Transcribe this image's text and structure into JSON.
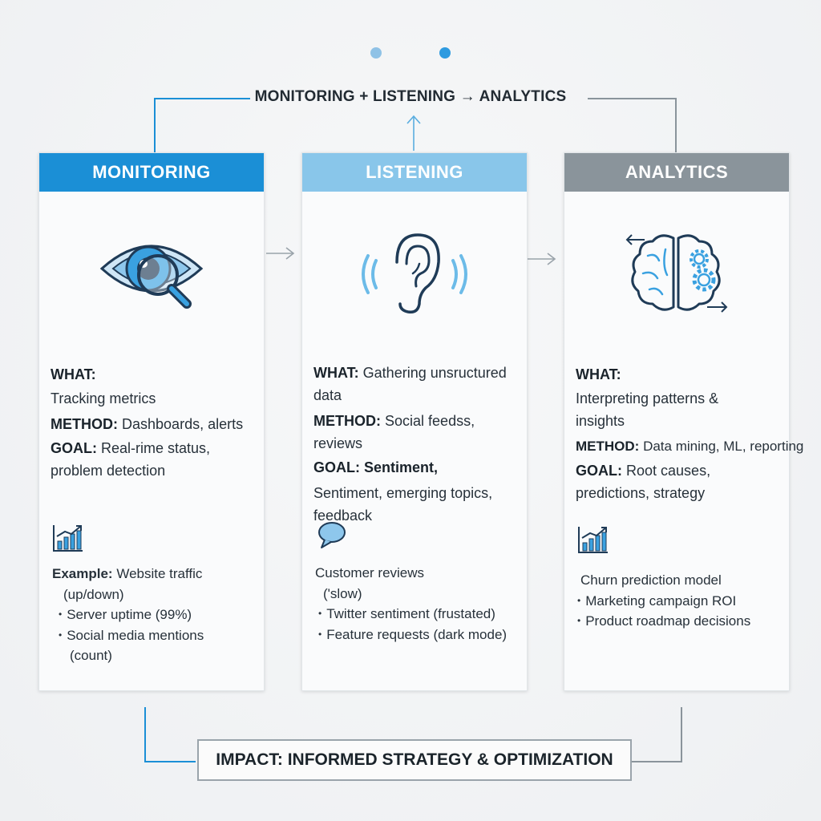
{
  "colors": {
    "monitoring": "#1b8fd6",
    "listening": "#89c6ea",
    "analytics": "#8a949b",
    "icon_stroke": "#1f3b57",
    "icon_blue": "#3aa1e0"
  },
  "flow_title": "MONITORING + LISTENING → ANALYTICS",
  "cards": [
    {
      "title": "MONITORING",
      "icon": "eye-magnifier-icon",
      "what_label": "WHAT:",
      "what": "Tracking metrics",
      "method_label": "METHOD:",
      "method": "Dashboards, alerts",
      "goal_label": "GOAL:",
      "goal": "Real-rime status, problem detection",
      "example_icon": "bar-chart-icon",
      "example_label": "Example:",
      "example_lines": [
        "Website traffic",
        "(up/down)"
      ],
      "bullets": [
        "Server uptime (99%)",
        "Social media mentions",
        "(count)"
      ]
    },
    {
      "title": "LISTENING",
      "icon": "ear-icon",
      "what_label": "WHAT:",
      "what": "Gathering unsructured data",
      "method_label": "METHOD:",
      "method": "Social feedss, reviews",
      "goal_label": "GOAL:",
      "goal": "Sentiment,",
      "goal_extra": "Sentiment, emerging topics, feedback",
      "example_icon": "speech-bubble-icon",
      "example_lines": [
        "Customer reviews",
        "('slow)"
      ],
      "bullets": [
        "Twitter sentiment (frustated)",
        "Feature requests (dark mode)"
      ]
    },
    {
      "title": "ANALYTICS",
      "icon": "brain-gears-icon",
      "what_label": "WHAT:",
      "what": "Interpreting patterns & insights",
      "method_label": "METHOD:",
      "method": "Data mining, ML, reporting",
      "goal_label": "GOAL:",
      "goal": "Root causes, predictions, strategy",
      "example_icon": "bar-chart-icon",
      "example_lines": [
        "Churn prediction model"
      ],
      "bullets": [
        "Marketing campaign ROI",
        "Product roadmap decisions"
      ]
    }
  ],
  "impact": "IMPACT: INFORMED STRATEGY & OPTIMIZATION"
}
